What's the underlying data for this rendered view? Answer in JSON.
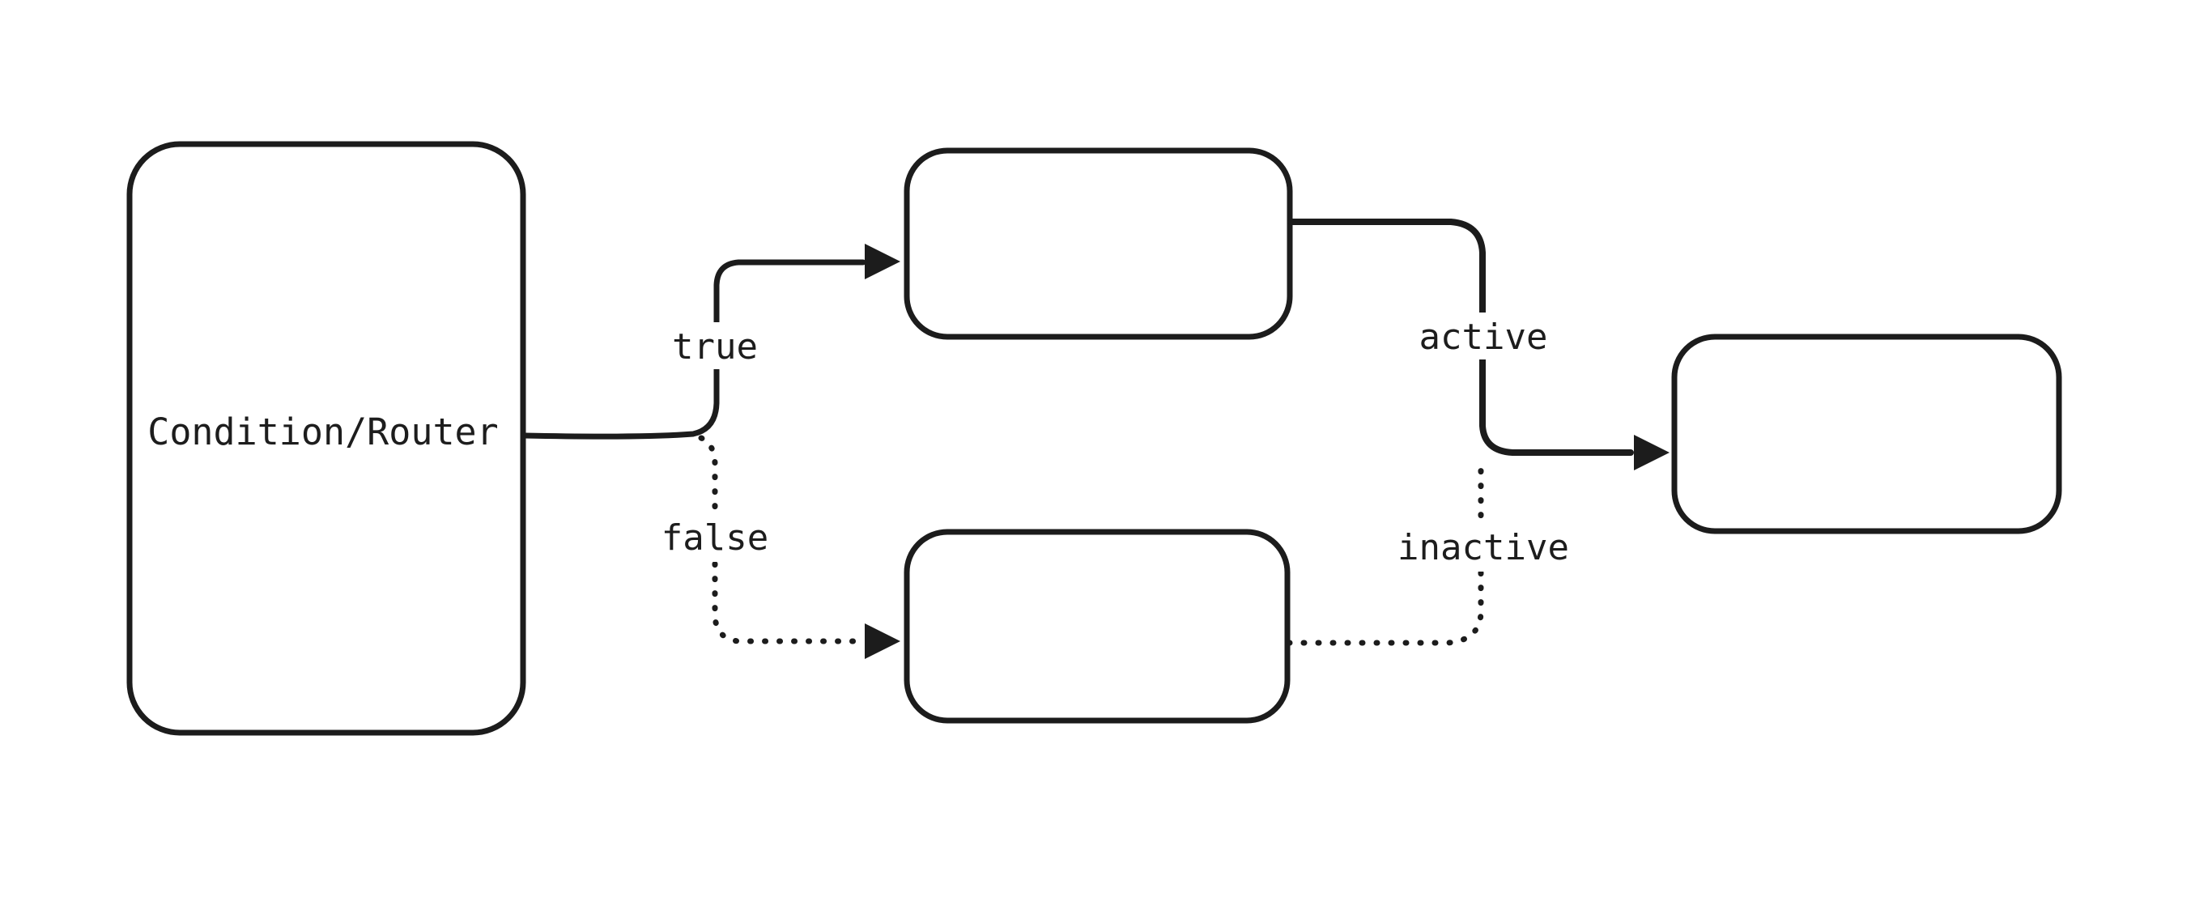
{
  "diagram": {
    "background_color": "#ffffff",
    "stroke_color": "#1c1c1c",
    "nodes": {
      "condition_router": {
        "label": "Condition/Router"
      },
      "true_branch_box": {
        "label": ""
      },
      "false_branch_box": {
        "label": ""
      },
      "result_box": {
        "label": ""
      }
    },
    "edges": {
      "true": {
        "label": "true",
        "style": "solid"
      },
      "false": {
        "label": "false",
        "style": "dotted"
      },
      "active": {
        "label": "active",
        "style": "solid"
      },
      "inactive": {
        "label": "inactive",
        "style": "dotted"
      }
    }
  }
}
